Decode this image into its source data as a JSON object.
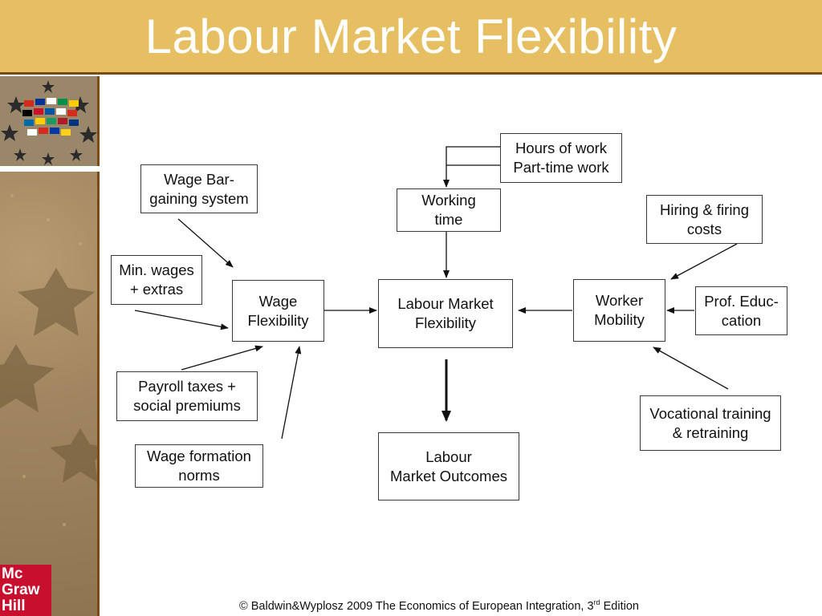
{
  "slide": {
    "title": "Labour Market Flexibility",
    "footer_main": "© Baldwin&Wyplosz 2009 The Economics of European Integration, 3",
    "footer_sup": "rd",
    "footer_end": " Edition",
    "logo_text": "Mc\nGraw\nHill"
  },
  "colors": {
    "title_bar": "#e7bf63",
    "border_brown": "#7a4a12",
    "logo_red": "#c8102e"
  },
  "diagram": {
    "nodes": {
      "hours_parttime": "Hours of work\nPart-time work",
      "working_time": "Working\ntime",
      "wage_bargaining": "Wage Bar-\ngaining system",
      "hiring_firing": "Hiring & firing\ncosts",
      "min_wages": "Min. wages\n+ extras",
      "wage_flexibility": "Wage\nFlexibility",
      "labour_market_flexibility": "Labour Market\nFlexibility",
      "worker_mobility": "Worker\nMobility",
      "prof_education": "Prof. Educ-\ncation",
      "payroll_taxes": "Payroll taxes +\nsocial premiums",
      "vocational_training": "Vocational training\n& retraining",
      "wage_formation": "Wage formation\nnorms",
      "labour_market_outcomes": "Labour\nMarket Outcomes"
    }
  }
}
